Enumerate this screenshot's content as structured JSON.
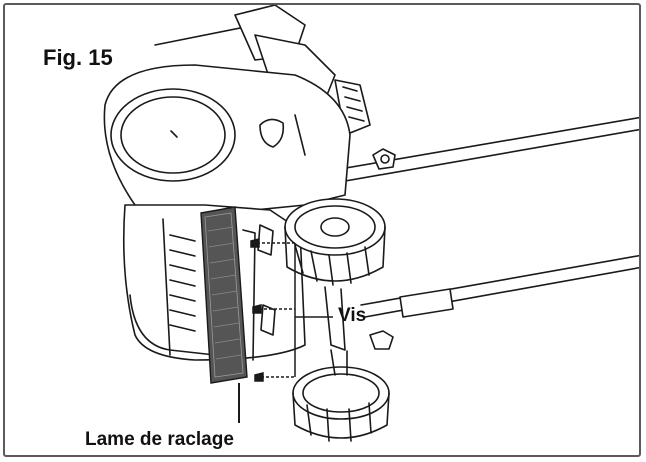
{
  "figure": {
    "label": "Fig. 15"
  },
  "callouts": {
    "screws": "Vis",
    "scraper_blade": "Lame de raclage"
  },
  "colors": {
    "frame_border": "#5a5a5a",
    "line": "#1a1a1a",
    "blade_fill": "#555555",
    "text": "#111111"
  }
}
